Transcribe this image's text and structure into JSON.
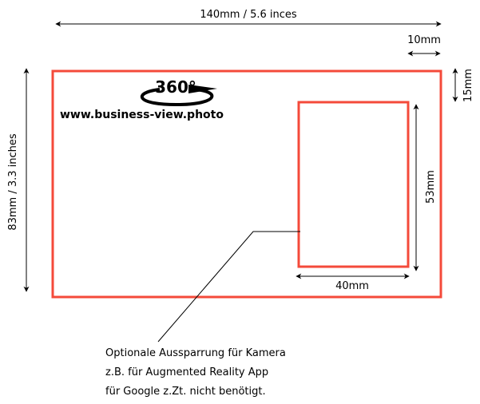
{
  "dimensions": {
    "width_label": "140mm / 5.6 inces",
    "height_label": "83mm / 3.3 inches",
    "margin_right_label": "10mm",
    "margin_top_label": "15mm",
    "cutout_height_label": "53mm",
    "cutout_width_label": "40mm"
  },
  "logo": {
    "degrees": "360°",
    "url": "www.business-view.photo"
  },
  "note": {
    "lines": [
      "Optionale Aussparrung für Kamera",
      "z.B. für Augmented Reality App",
      "für Google z.Zt. nicht benötigt."
    ]
  },
  "colors": {
    "outline": "#f44a3a",
    "ink": "#000000"
  }
}
